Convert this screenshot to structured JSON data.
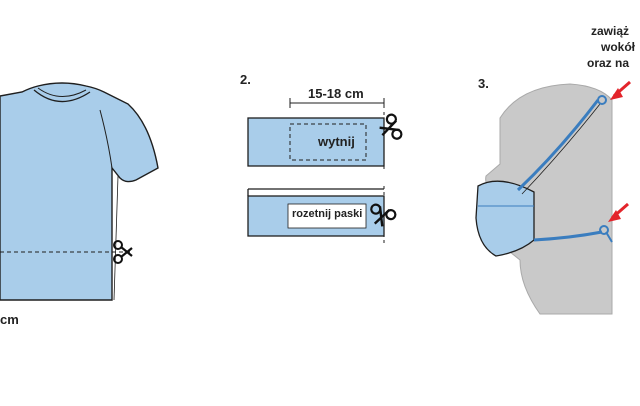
{
  "steps": [
    {
      "number": "",
      "measurement": "cm"
    },
    {
      "number": "2.",
      "measurement": "15-18 cm",
      "cut_label": "wytnij",
      "strip_label": "rozetnij paski"
    },
    {
      "number": "3.",
      "instruction_lines": [
        "zawiąż",
        "wokół",
        "oraz na"
      ]
    }
  ],
  "colors": {
    "fabric": "#a9cdea",
    "fabric_outline": "#1f1f1f",
    "head": "#c9c9c9",
    "arrow": "#e3242b",
    "ear_tie": "#3a7dbf"
  },
  "icons": [
    "scissors-icon",
    "scissors-icon",
    "scissors-icon",
    "arrow-icon",
    "arrow-icon"
  ]
}
